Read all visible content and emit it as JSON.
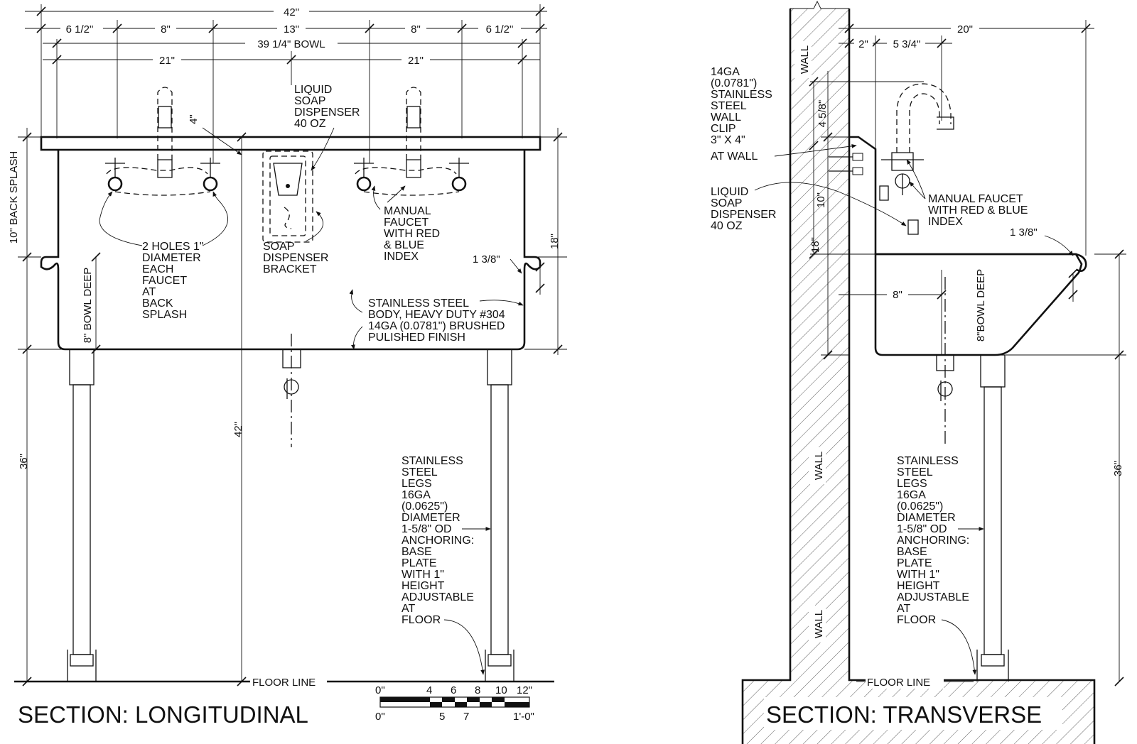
{
  "longitudinal": {
    "dims": {
      "overall": "42\"",
      "left_edge": "6 1/2\"",
      "left_spread": "8\"",
      "center": "13\"",
      "right_spread": "8\"",
      "right_edge": "6 1/2\"",
      "bowl": "39 1/4\" BOWL",
      "half_left": "21\"",
      "half_right": "21\"",
      "backsplash_offset": "4\"",
      "backsplash": "10\" BACK SPLASH",
      "bowl_depth": "8\" BOWL DEEP",
      "total_height": "18\"",
      "rim": "1 3/8\"",
      "leg_height": "36\"",
      "floor_height": "42\""
    },
    "notes": {
      "soap_dispenser": [
        "LIQUID",
        "SOAP",
        "DISPENSER",
        "40 OZ"
      ],
      "soap_bracket": [
        "SOAP",
        "DISPENSER",
        "BRACKET"
      ],
      "faucet": [
        "MANUAL",
        "FAUCET",
        "WITH RED",
        "& BLUE",
        "INDEX"
      ],
      "holes": [
        "2 HOLES 1\"",
        "DIAMETER",
        "EACH",
        "FAUCET",
        "AT",
        "BACK",
        "SPLASH"
      ],
      "body": [
        "STAINLESS STEEL",
        "BODY, HEAVY DUTY #304",
        "14GA (0.0781\") BRUSHED",
        "PULISHED FINISH"
      ],
      "legs": [
        "STAINLESS",
        "STEEL",
        "LEGS",
        "16GA",
        "(0.0625\")",
        "DIAMETER",
        "1-5/8\" OD",
        "ANCHORING:",
        "BASE",
        "PLATE",
        "WITH 1\"",
        "HEIGHT",
        "ADJUSTABLE",
        "AT",
        "FLOOR"
      ],
      "floor_line": "FLOOR LINE"
    },
    "title": "SECTION: LONGITUDINAL",
    "scale": {
      "top_labels": [
        "0\"",
        "4",
        "6",
        "8",
        "10",
        "12\""
      ],
      "bottom_labels": [
        "0\"",
        "5",
        "7",
        "1'-0\""
      ]
    }
  },
  "transverse": {
    "dims": {
      "depth": "20\"",
      "wall_gap": "2\"",
      "faucet_offset": "5 3/4\"",
      "faucet_height": "4 5/8\"",
      "backsplash": "10\"",
      "total_height": "18\"",
      "rim": "1 3/8\"",
      "bowl_width": "8\"",
      "bowl_depth": "8\"BOWL DEEP",
      "leg_height": "36\""
    },
    "notes": {
      "wall_clip": [
        "14GA",
        "(0.0781\")",
        "STAINLESS",
        "STEEL",
        "WALL",
        "CLIP",
        "3\" X 4\"",
        "AT WALL"
      ],
      "soap_dispenser": [
        "LIQUID",
        "SOAP",
        "DISPENSER",
        "40 OZ"
      ],
      "faucet": [
        "MANUAL FAUCET",
        "WITH RED & BLUE",
        "INDEX"
      ],
      "legs": [
        "STAINLESS",
        "STEEL",
        "LEGS",
        "16GA",
        "(0.0625\")",
        "DIAMETER",
        "1-5/8\" OD",
        "ANCHORING:",
        "BASE",
        "PLATE",
        "WITH 1\"",
        "HEIGHT",
        "ADJUSTABLE",
        "AT",
        "FLOOR"
      ],
      "floor_line": "FLOOR LINE",
      "wall": "WALL"
    },
    "title": "SECTION: TRANSVERSE"
  }
}
